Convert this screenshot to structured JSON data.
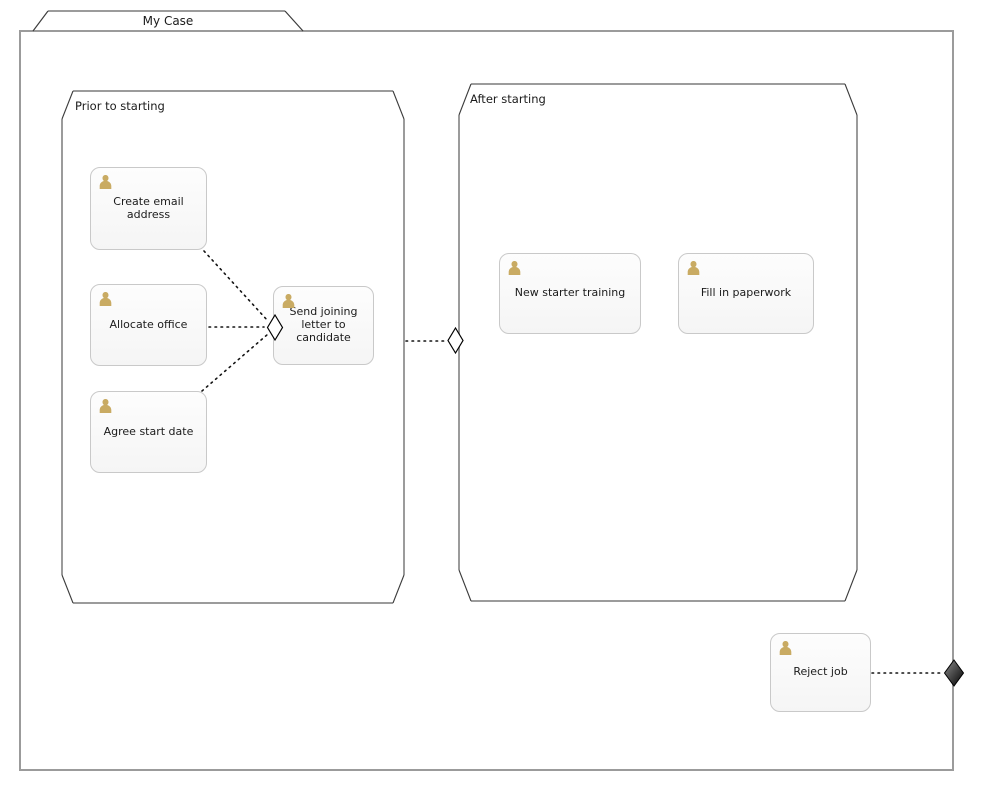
{
  "case": {
    "title": "My Case"
  },
  "stages": [
    {
      "label": "Prior to starting"
    },
    {
      "label": "After starting"
    }
  ],
  "tasks": [
    {
      "label": "Create email address",
      "type": "human-task",
      "stage": "Prior to starting"
    },
    {
      "label": "Allocate office",
      "type": "human-task",
      "stage": "Prior to starting"
    },
    {
      "label": "Agree start date",
      "type": "human-task",
      "stage": "Prior to starting"
    },
    {
      "label": "Send joining letter to candidate",
      "type": "human-task",
      "stage": "Prior to starting",
      "entry_criterion": true
    },
    {
      "label": "New starter training",
      "type": "human-task",
      "stage": "After starting"
    },
    {
      "label": "Fill in paperwork",
      "type": "human-task",
      "stage": "After starting"
    },
    {
      "label": "Reject job",
      "type": "human-task",
      "stage": null
    }
  ],
  "connections": [
    {
      "from": "Create email address",
      "to": "Send joining letter to candidate",
      "style": "dotted",
      "target_marker": "entry-criterion-diamond"
    },
    {
      "from": "Allocate office",
      "to": "Send joining letter to candidate",
      "style": "dotted",
      "target_marker": "entry-criterion-diamond"
    },
    {
      "from": "Agree start date",
      "to": "Send joining letter to candidate",
      "style": "dotted",
      "target_marker": "entry-criterion-diamond"
    },
    {
      "from": "Prior to starting",
      "to": "After starting",
      "style": "dotted",
      "target_marker": "entry-criterion-diamond"
    },
    {
      "from": "Reject job",
      "to": "My Case",
      "style": "dotted",
      "target_marker": "exit-criterion-diamond"
    }
  ],
  "icons": {
    "task_icon": "person-icon"
  },
  "colors": {
    "stage_border": "#9b9b9b",
    "corner_stroke": "#3c3c3c",
    "task_border": "#c9c9c9",
    "task_fill": "#f9f9f9",
    "person_icon": "#c9ab63",
    "connector": "#141414",
    "entry_criterion_fill": "#ffffff",
    "exit_criterion_fill": "#2b2b2b",
    "text": "#1b1b1b"
  }
}
